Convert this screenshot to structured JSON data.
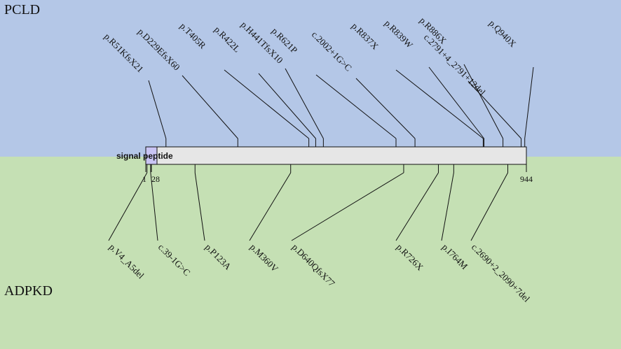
{
  "colors": {
    "pcld_background": "#b4c7e7",
    "adpkd_background": "#c5e0b4",
    "protein_bar": "#e6e6e6",
    "signal_peptide": "#c9c4f4",
    "line": "#111111"
  },
  "regions": {
    "top_label": "PCLD",
    "bottom_label": "ADPKD"
  },
  "protein": {
    "length": 944,
    "domain": {
      "label": "signal peptide",
      "start": 1,
      "end": 28
    },
    "position_labels": [
      "1",
      "28",
      "944"
    ]
  },
  "pcld_variants": [
    {
      "label": "p.R51KfsX21",
      "residue": 51
    },
    {
      "label": "p.D229EfsX60",
      "residue": 229
    },
    {
      "label": "p.T405R",
      "residue": 405
    },
    {
      "label": "p.R422L",
      "residue": 422
    },
    {
      "label": "p.H441TfsX10",
      "residue": 441
    },
    {
      "label": "p.R621P",
      "residue": 621
    },
    {
      "label": "c.2002+1G>C",
      "residue": 668
    },
    {
      "label": "p.R837X",
      "residue": 837
    },
    {
      "label": "p.R839W",
      "residue": 839
    },
    {
      "label": "p.R886X",
      "residue": 886
    },
    {
      "label": "c.2791+4_2791+12del",
      "residue": 931
    },
    {
      "label": "p.Q940X",
      "residue": 940
    }
  ],
  "adpkd_variants": [
    {
      "label": "p.V4_A5del",
      "residue": 4
    },
    {
      "label": "c.39-1G>C",
      "residue": 13
    },
    {
      "label": "p.P123A",
      "residue": 123
    },
    {
      "label": "p.M360V",
      "residue": 360
    },
    {
      "label": "p.D640QfsX77",
      "residue": 640
    },
    {
      "label": "p.R726X",
      "residue": 726
    },
    {
      "label": "p.I764M",
      "residue": 764
    },
    {
      "label": "c.2690+2_2090+7del",
      "residue": 898
    }
  ]
}
